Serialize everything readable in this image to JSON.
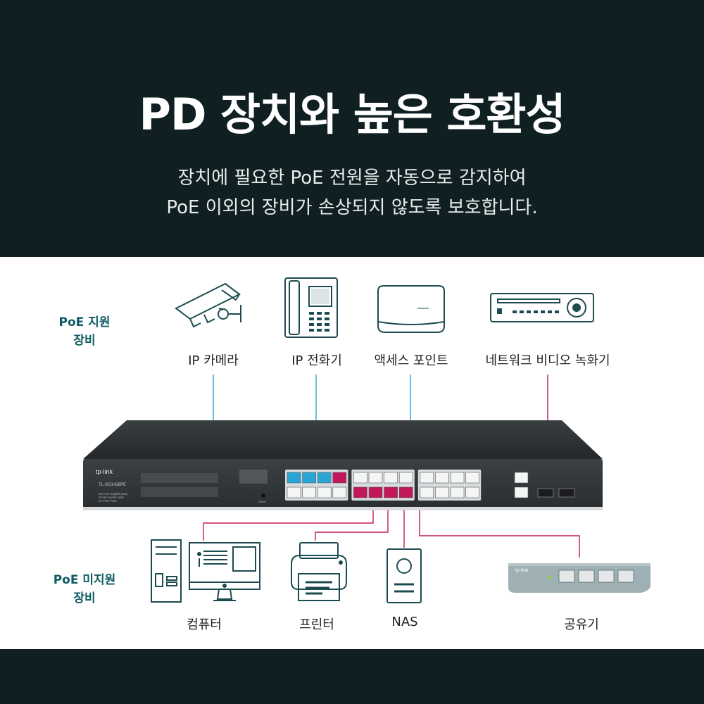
{
  "hero": {
    "title": "PD 장치와 높은 호환성",
    "subtitle_line1": "장치에 필요한 PoE 전원을 자동으로 감지하여",
    "subtitle_line2": "PoE 이외의 장비가 손상되지 않도록 보호합니다."
  },
  "groups": {
    "poe_line1": "PoE 지원",
    "poe_line2": "장비",
    "nonpoe_line1": "PoE 미지원",
    "nonpoe_line2": "장비"
  },
  "poe_devices": [
    {
      "label": "IP 카메라",
      "icon": "ip-camera-icon"
    },
    {
      "label": "IP 전화기",
      "icon": "ip-phone-icon"
    },
    {
      "label": "액세스 포인트",
      "icon": "access-point-icon"
    },
    {
      "label": "네트워크 비디오 녹화기",
      "icon": "nvr-icon"
    }
  ],
  "nonpoe_devices": [
    {
      "label": "컴퓨터",
      "icon": "computer-icon"
    },
    {
      "label": "프린터",
      "icon": "printer-icon"
    },
    {
      "label": "NAS",
      "icon": "nas-icon"
    },
    {
      "label": "공유기",
      "icon": "router-icon"
    }
  ],
  "switch": {
    "brand": "tp-link",
    "model": "TL-SG1428PE",
    "desc_line1": "26-Port Gigabit Easy",
    "desc_line2": "Smart Switch with",
    "desc_line3": "24-Port PoE+",
    "reset_label": "Reset",
    "router_brand": "tp-link"
  },
  "colors": {
    "hero_bg": "#0f1f22",
    "poe_line": "#2aa6d6",
    "nonpoe_line": "#c2185b",
    "label_teal": "#0d5b63"
  }
}
